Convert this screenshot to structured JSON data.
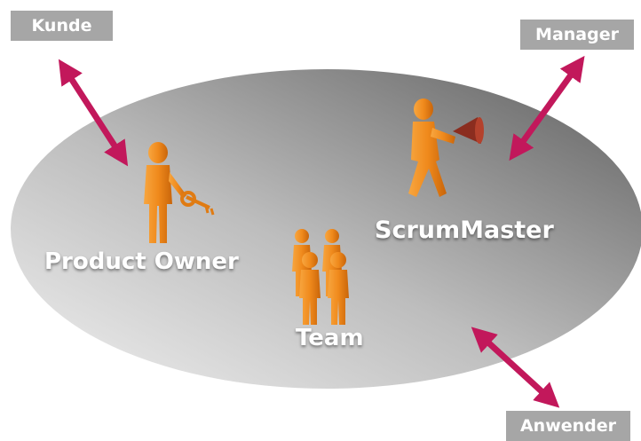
{
  "stakeholders": {
    "kunde": "Kunde",
    "manager": "Manager",
    "anwender": "Anwender"
  },
  "roles": {
    "product_owner": "Product Owner",
    "scrum_master": "ScrumMaster",
    "team": "Team"
  },
  "colors": {
    "arrow": "#c2185b",
    "label_box": "#a6a6a6",
    "figure": "#f39322",
    "ellipse_light": "#e2e2e2",
    "ellipse_dark": "#6e6e6e"
  }
}
